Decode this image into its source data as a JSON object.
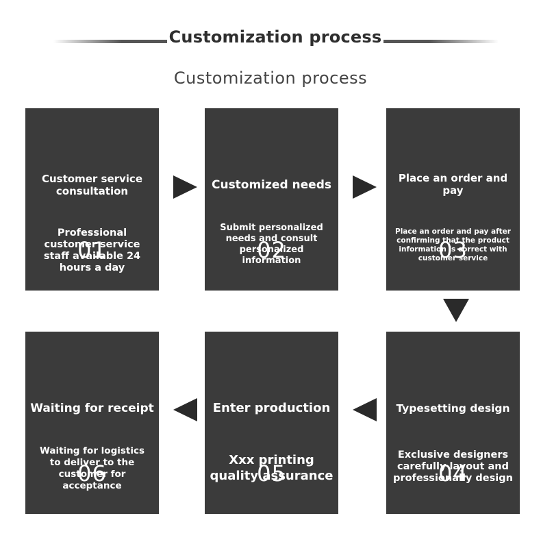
{
  "header": {
    "title": "Customization process",
    "subtitle": "Customization process"
  },
  "steps": [
    {
      "number": "01",
      "title": "Customer service consultation",
      "description": "Professional customer service staff available 24 hours a day"
    },
    {
      "number": "02",
      "title": "Customized needs",
      "description": "Submit personalized needs and consult personalized information"
    },
    {
      "number": "03",
      "title": "Place an order and pay",
      "description": "Place an order and pay after confirming that the product information is correct with customer service"
    },
    {
      "number": "04",
      "title": "Typesetting design",
      "description": "Exclusive designers carefully layout and professionally design"
    },
    {
      "number": "05",
      "title": "Enter production",
      "description": "Xxx printing quality assurance"
    },
    {
      "number": "06",
      "title": "Waiting for receipt",
      "description": "Waiting for logistics to deliver to the customer for acceptance"
    }
  ],
  "colors": {
    "card": "#3b3b3b",
    "arrow": "#2a2a2a",
    "text": "#ffffff"
  },
  "icons": [
    "arrow-right-icon",
    "arrow-right-icon",
    "arrow-down-icon",
    "arrow-left-icon",
    "arrow-left-icon"
  ]
}
